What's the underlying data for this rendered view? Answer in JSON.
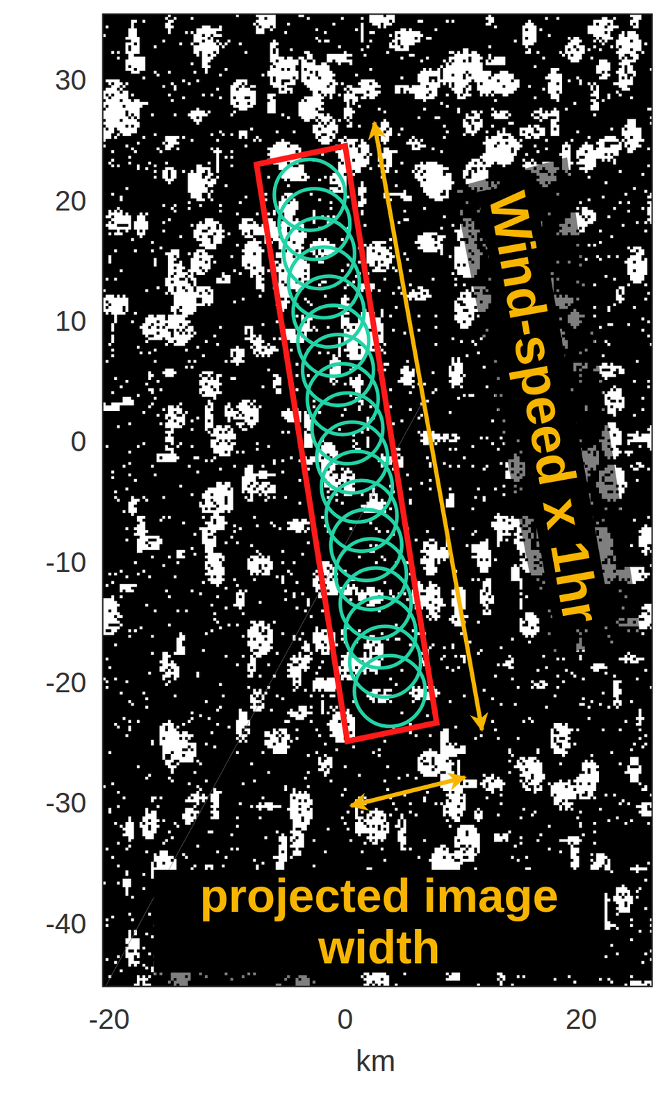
{
  "diagram": {
    "labels": [
      "30",
      "20",
      "10",
      "0",
      "-10",
      "-20",
      "-30",
      "-40",
      "-20",
      "0",
      "20",
      "km",
      "Wind-speed x 1hr",
      "projected image width"
    ]
  }
}
